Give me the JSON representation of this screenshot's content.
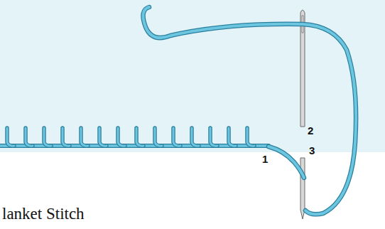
{
  "diagram": {
    "labels": [
      "2",
      "3",
      "1",
      "lanket Stitch"
    ]
  }
}
